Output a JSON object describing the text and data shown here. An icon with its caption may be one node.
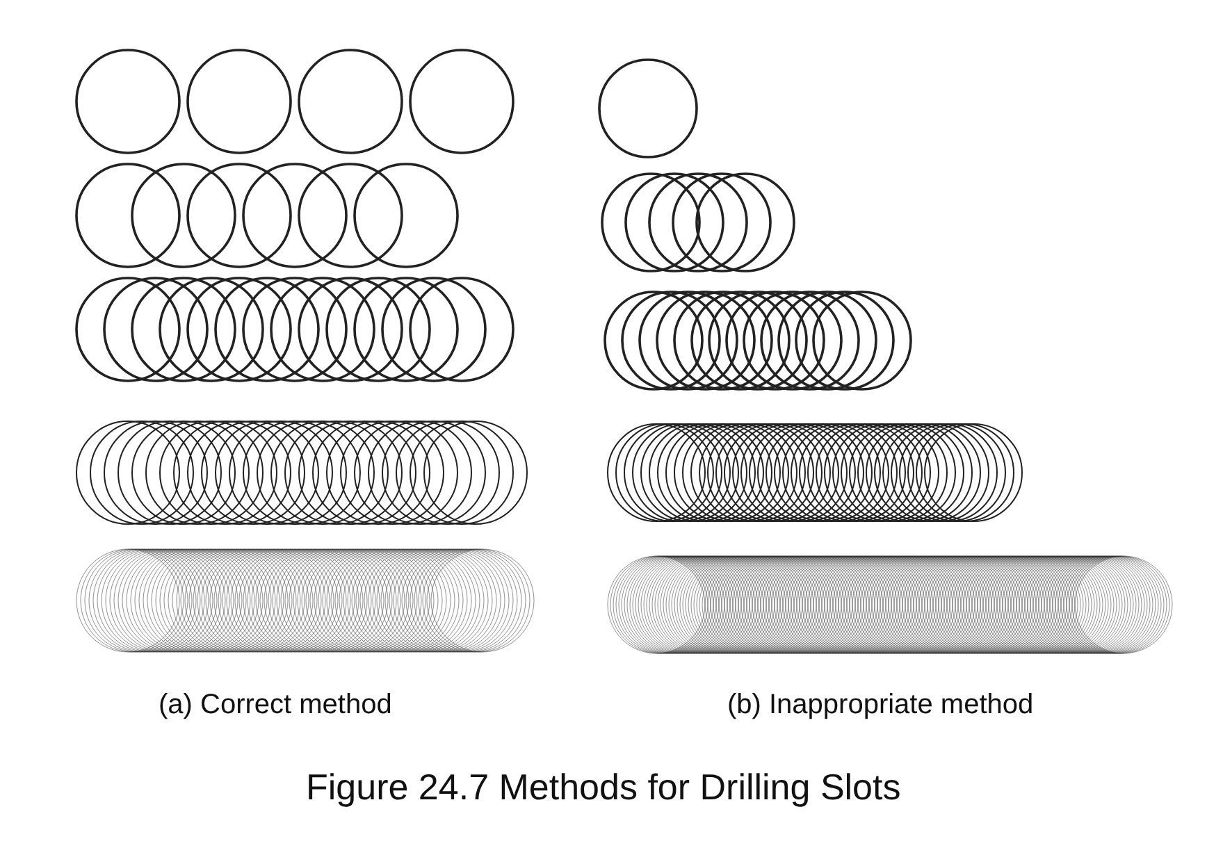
{
  "diagram": {
    "caption": "Figure 24.7 Methods for Drilling Slots",
    "labels": [
      "(a) Correct method",
      "(b) Inappropriate method"
    ]
  }
}
